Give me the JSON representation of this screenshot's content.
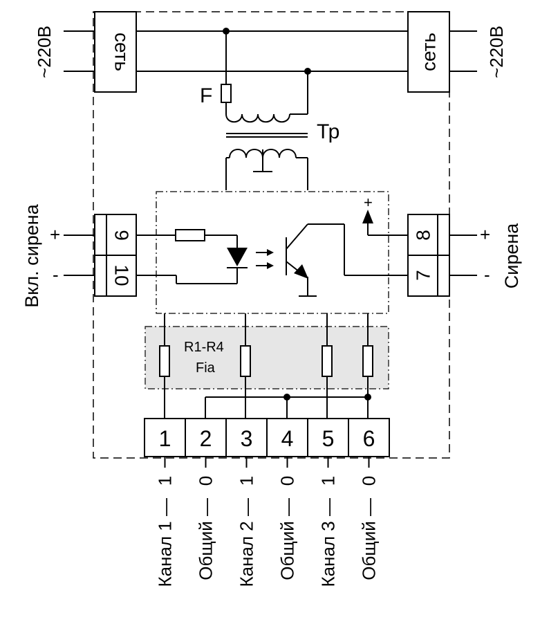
{
  "power": {
    "left_label": "~220B",
    "right_label": "~220B",
    "left_block": "сеть",
    "right_block": "сеть"
  },
  "fuse_label": "F",
  "transformer_label": "Тр",
  "siren_in": {
    "label": "Вкл. сирена",
    "plus": "+",
    "minus": "-",
    "terminal_a": "9",
    "terminal_b": "10"
  },
  "siren_out": {
    "label": "Сирена",
    "plus": "+",
    "minus": "-",
    "terminal_a": "8",
    "terminal_b": "7",
    "output_plus": "+"
  },
  "resistors": {
    "label_line1": "R1-R4",
    "label_line2": "Fia"
  },
  "terminals": [
    {
      "num": "1",
      "level": "1",
      "name": "Канал  1 —"
    },
    {
      "num": "2",
      "level": "0",
      "name": "Общий —"
    },
    {
      "num": "3",
      "level": "1",
      "name": "Канал  2 —"
    },
    {
      "num": "4",
      "level": "0",
      "name": "Общий —"
    },
    {
      "num": "5",
      "level": "1",
      "name": "Канал  3 —"
    },
    {
      "num": "6",
      "level": "0",
      "name": "Общий —"
    }
  ]
}
